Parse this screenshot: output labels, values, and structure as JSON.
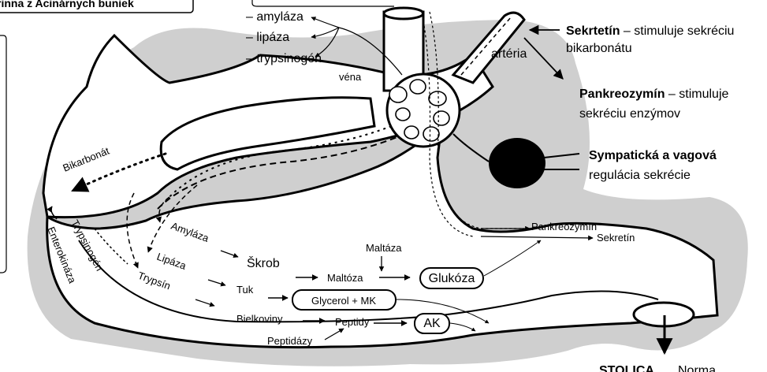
{
  "header_box": {
    "text": "rinna z Acinárnych buniek"
  },
  "enzymes": {
    "e1": "– amyláza",
    "e2": "– lipáza",
    "e3": "– trypsinogén"
  },
  "vessels": {
    "vena": "véna",
    "arteria": "artéria"
  },
  "hormones": {
    "sekretin_name": "Sekrtetín",
    "sekretin_desc1": " – stimuluje sekréciu",
    "sekretin_desc2": "bikarbonátu",
    "pankreo_name": "Pankreozymín",
    "pankreo_desc1": " – stimuluje",
    "pankreo_desc2": "sekréciu enzýmov",
    "symp_name": "Sympatická a vagová",
    "symp_desc": "regulácia sekrécie"
  },
  "gut": {
    "bikarbonat": "Bikarbonát",
    "trypsinogen": "Trypsinogén",
    "enterokinaza": "Enterokináza",
    "amylaza": "Amyláza",
    "lipaza": "Lipáza",
    "trypsin": "Trypsín",
    "skrob": "Škrob",
    "tuk": "Tuk",
    "bielkoviny": "Bielkoviny",
    "maltaza": "Maltáza",
    "maltoza": "Maltóza",
    "glukoza": "Glukóza",
    "glycerol": "Glycerol + MK",
    "peptidy": "Peptidy",
    "ak": "AK",
    "peptidazy": "Peptidázy",
    "pankreozymin": "Pankreozymín",
    "sekretin": "Sekretín"
  },
  "footer": {
    "stolica": "STOLICA",
    "norma": "Norma"
  }
}
